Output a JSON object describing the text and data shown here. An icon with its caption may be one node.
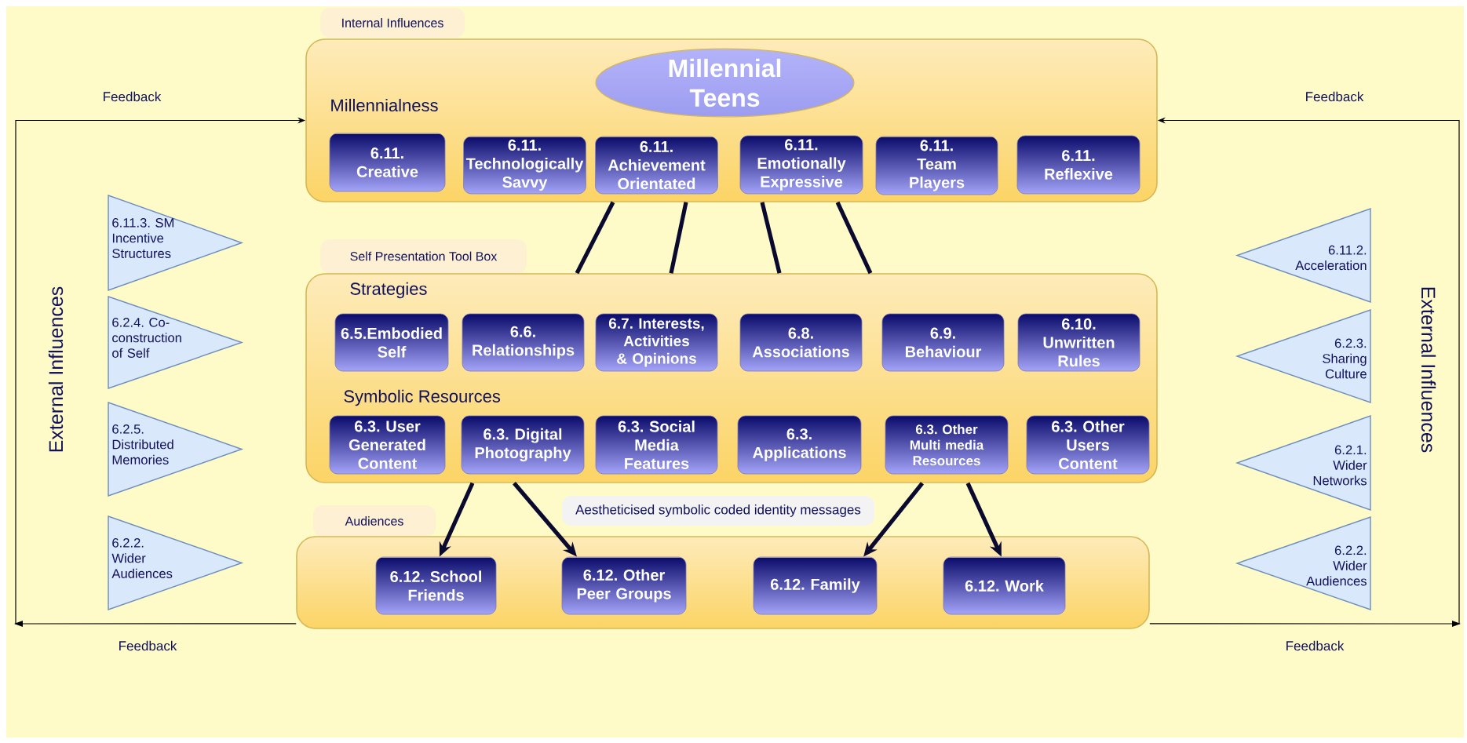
{
  "diagram": {
    "nodes": [
      {
        "text": [
          "Internal Influences"
        ]
      },
      {
        "text": [
          "Millennialness"
        ]
      },
      {
        "text": [
          "Millennial Teens"
        ],
        "in": 1
      },
      {
        "text": [
          "6.11. Creative"
        ],
        "in": 1
      },
      {
        "text": [
          "6.11. Technologically Savvy"
        ],
        "in": 1
      },
      {
        "text": [
          "6.11. Achievement Orientated"
        ],
        "in": 1
      },
      {
        "text": [
          "6.11. Emotionally Expressive"
        ],
        "in": 1
      },
      {
        "text": [
          "6.11. Team Players"
        ],
        "in": 1
      },
      {
        "text": [
          "6.11. Reflexive"
        ],
        "in": 1
      },
      {
        "text": [
          "Self Presentation Tool Box"
        ]
      },
      {
        "text": [
          "Strategies",
          "Symbolic Resources"
        ]
      },
      {
        "text": [
          "6.5.Embodied Self"
        ],
        "in": 10
      },
      {
        "text": [
          "6.6. Relationships"
        ],
        "in": 10
      },
      {
        "text": [
          "6.7. Interests, Activities & Opinions"
        ],
        "in": 10
      },
      {
        "text": [
          "6.8. Associations"
        ],
        "in": 10
      },
      {
        "text": [
          "6.9. Behaviour"
        ],
        "in": 10
      },
      {
        "text": [
          "6.10. Unwritten Rules"
        ],
        "in": 10
      },
      {
        "text": [
          "6.3. User Generated Content"
        ],
        "in": 10
      },
      {
        "text": [
          "6.3. Digital Photography"
        ],
        "in": 10
      },
      {
        "text": [
          "6.3. Social Media Features"
        ],
        "in": 10
      },
      {
        "text": [
          "6.3. Applications"
        ],
        "in": 10
      },
      {
        "text": [
          "6.3. Other Multi media Resources"
        ],
        "in": 10
      },
      {
        "text": [
          "6.3. Other Users Content"
        ],
        "in": 10
      },
      {
        "text": [
          "Audiences"
        ]
      },
      {
        "text": [],
        "shape": "box"
      },
      {
        "text": [
          "6.12. School Friends"
        ],
        "in": 24
      },
      {
        "text": [
          "6.12. Other Peer Groups"
        ],
        "in": 24
      },
      {
        "text": [
          "6.12. Family"
        ],
        "in": 24
      },
      {
        "text": [
          "6.12. Work"
        ],
        "in": 24
      },
      {
        "text": [
          "Aestheticised symbolic coded identity messages"
        ]
      },
      {
        "text": [
          "6.11.3. SM Incentive Structures"
        ]
      },
      {
        "text": [
          "6.2.4. Co-construction of Self"
        ]
      },
      {
        "text": [
          "6.2.5. Distributed Memories"
        ]
      },
      {
        "text": [
          "6.2.2. Wider Audiences"
        ]
      },
      {
        "text": [
          "6.11.2. Acceleration"
        ]
      },
      {
        "text": [
          "6.2.3. Sharing Culture"
        ]
      },
      {
        "text": [
          "6.2.1. Wider Networks"
        ]
      },
      {
        "text": [
          "6.2.2. Wider Audiences"
        ]
      }
    ],
    "edges": [
      {
        "from": 1,
        "to": 10,
        "arrow": "none"
      },
      {
        "from": 1,
        "to": 10,
        "arrow": "none"
      },
      {
        "from": 1,
        "to": 10,
        "arrow": "none"
      },
      {
        "from": 1,
        "to": 10,
        "arrow": "none"
      },
      {
        "from": 10,
        "to": 25,
        "arrow": "to"
      },
      {
        "from": 10,
        "to": 26,
        "arrow": "to"
      },
      {
        "from": 10,
        "to": 27,
        "arrow": "to"
      },
      {
        "from": 10,
        "to": 28,
        "arrow": "to"
      },
      {
        "from": 24,
        "to": 1,
        "arrow": "to"
      },
      {
        "from": 24,
        "to": 1,
        "arrow": "to"
      }
    ],
    "labels": [
      "Feedback",
      "Feedback",
      "External Influences",
      "External Influences",
      "Feedback",
      "Feedback"
    ]
  }
}
